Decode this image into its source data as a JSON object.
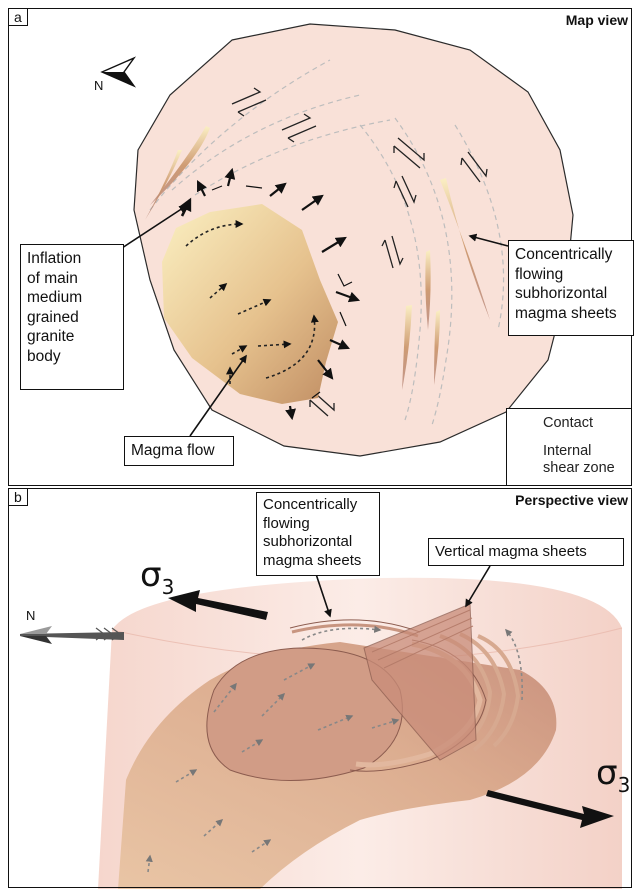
{
  "panel_a": {
    "tag": "a",
    "title": "Map view",
    "north_label": "N",
    "callouts": {
      "inflation": [
        "Inflation",
        "of main",
        "medium",
        "grained",
        "granite",
        "body"
      ],
      "sheets": [
        "Concentrically",
        "flowing",
        "subhorizontal",
        "magma sheets"
      ],
      "magma_flow": "Magma flow"
    },
    "legend": {
      "contact": "Contact",
      "shear_line1": "Internal",
      "shear_line2": "shear zone"
    }
  },
  "panel_b": {
    "tag": "b",
    "title": "Perspective view",
    "north_label": "N",
    "callouts": {
      "sheets": [
        "Concentrically",
        "flowing",
        "subhorizontal",
        "magma sheets"
      ],
      "vertical": "Vertical magma sheets"
    },
    "sigma_symbol": "σ",
    "sigma_subscript": "3"
  },
  "colors": {
    "pluton_fill": "#f8dfd6",
    "granite_light": "#f7eab5",
    "granite_dark": "#c99a6b",
    "sheet_brown": "#b07565",
    "shear_line": "#b9b9b9",
    "arrow": "#111111"
  }
}
